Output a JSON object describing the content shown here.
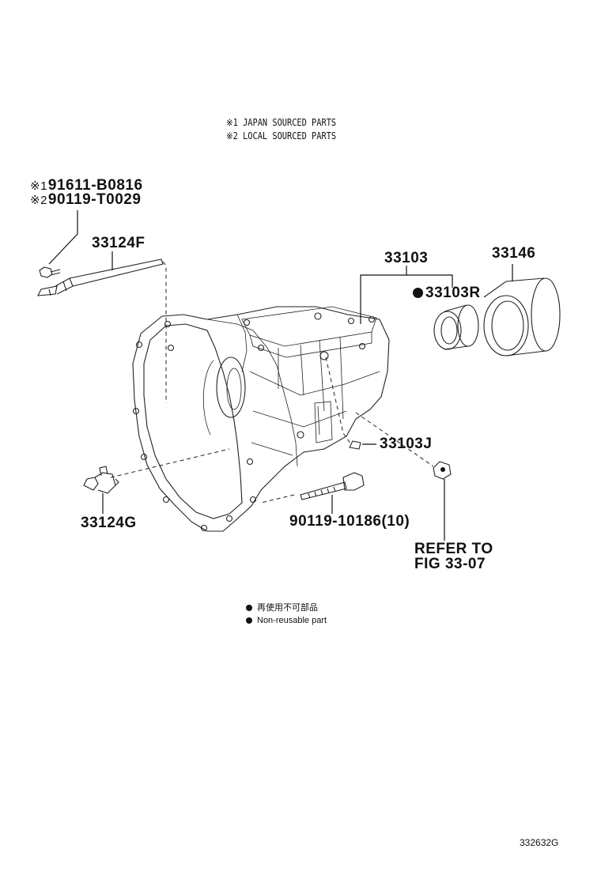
{
  "notes": {
    "line1": "※1 JAPAN SOURCED PARTS",
    "line2": "※2 LOCAL SOURCED PARTS"
  },
  "parts": {
    "bolt_japan": {
      "mark": "※1",
      "number": "91611-B0816"
    },
    "bolt_local": {
      "mark": "※2",
      "number": "90119-T0029"
    },
    "shaft": "33124F",
    "housing": "33103",
    "seal": "33103R",
    "bearing": "33146",
    "pin": "33103J",
    "lever": "33124G",
    "case_bolt": "90119-10186(10)",
    "refer_line1": "REFER TO",
    "refer_line2": "FIG 33-07"
  },
  "legend": {
    "jp": "再使用不可部品",
    "en": "Non-reusable part"
  },
  "figure_id": "332632G"
}
